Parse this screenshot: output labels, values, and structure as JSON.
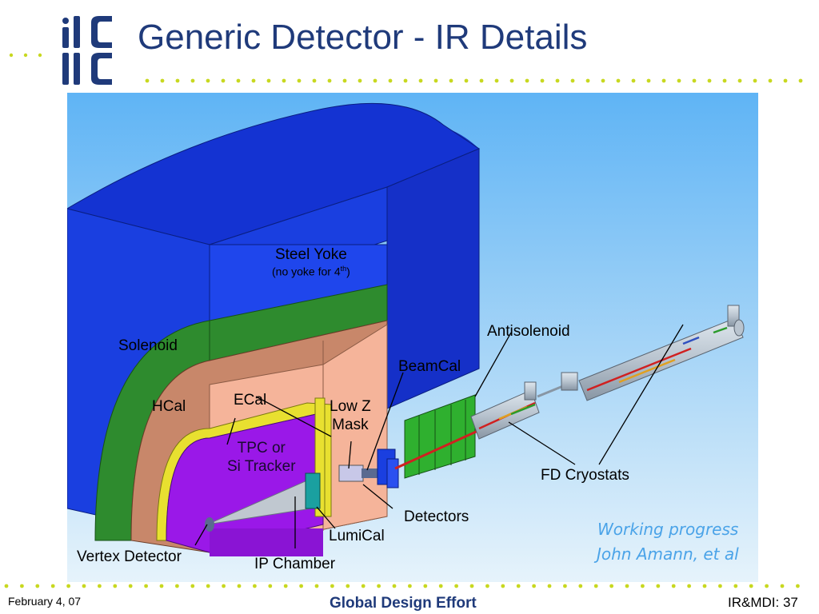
{
  "slide": {
    "title": "Generic Detector - IR Details",
    "footer": {
      "date": "February 4, 07",
      "center": "Global Design Effort",
      "page": "IR&MDI: 37"
    }
  },
  "diagram": {
    "labels": {
      "steel_yoke": "Steel Yoke",
      "yoke_note_pre": "(no yoke for 4",
      "yoke_note_sup": "th",
      "yoke_note_post": ")",
      "antisolenoid": "Antisolenoid",
      "solenoid": "Solenoid",
      "beamcal": "BeamCal",
      "hcal": "HCal",
      "ecal": "ECal",
      "lowz_line1": "Low Z",
      "lowz_line2": "Mask",
      "tracker_line1": "TPC or",
      "tracker_line2": "Si Tracker",
      "fd_cryostats": "FD Cryostats",
      "detectors": "Detectors",
      "lumical": "LumiCal",
      "vertex_detector": "Vertex Detector",
      "ip_chamber": "IP Chamber"
    },
    "credit_line1": "Working progress",
    "credit_line2": "John Amann, et al",
    "colors": {
      "yoke": "#1a3fe0",
      "solenoid": "#2e8b2e",
      "hcal": "#c8876a",
      "ecal": "#e8e030",
      "tracker": "#9a18e8",
      "peach": "#f5b49a",
      "title": "#1f3a7a",
      "credit": "#4aa3e8",
      "dots": "#c8d820"
    }
  }
}
